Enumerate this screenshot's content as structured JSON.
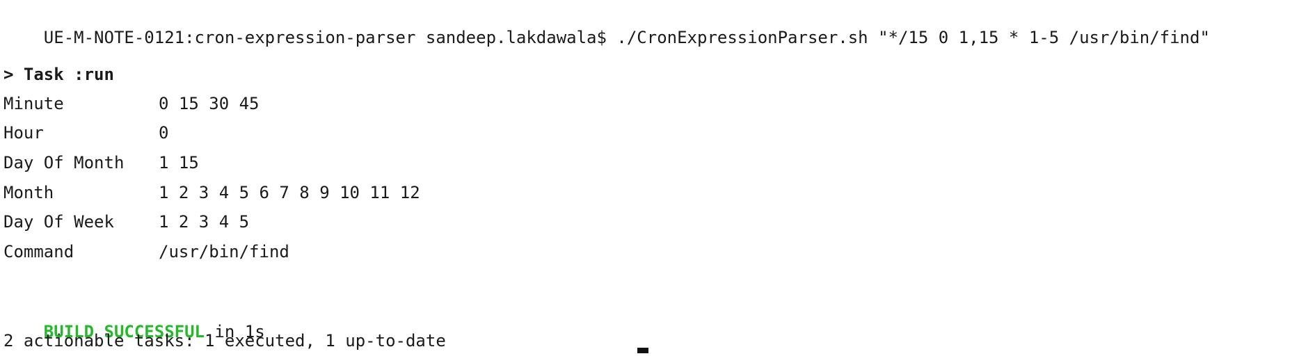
{
  "terminal": {
    "prompt": "UE-M-NOTE-0121:cron-expression-parser sandeep.lakdawala$",
    "command": " ./CronExpressionParser.sh \"*/15 0 1,15 * 1-5 /usr/bin/find\"",
    "task_header": "> Task :run",
    "rows": [
      {
        "label": "Minute",
        "value": "0 15 30 45"
      },
      {
        "label": "Hour",
        "value": "0"
      },
      {
        "label": "Day Of Month",
        "value": "1 15"
      },
      {
        "label": "Month",
        "value": "1 2 3 4 5 6 7 8 9 10 11 12"
      },
      {
        "label": "Day Of Week",
        "value": "1 2 3 4 5"
      },
      {
        "label": "Command",
        "value": "/usr/bin/find"
      }
    ],
    "build_status": "BUILD SUCCESSFUL",
    "build_time": " in 1s",
    "summary": "2 actionable tasks: 1 executed, 1 up-to-date"
  },
  "colors": {
    "success": "#25b82a",
    "text": "#1a1a1a",
    "background": "#ffffff"
  }
}
